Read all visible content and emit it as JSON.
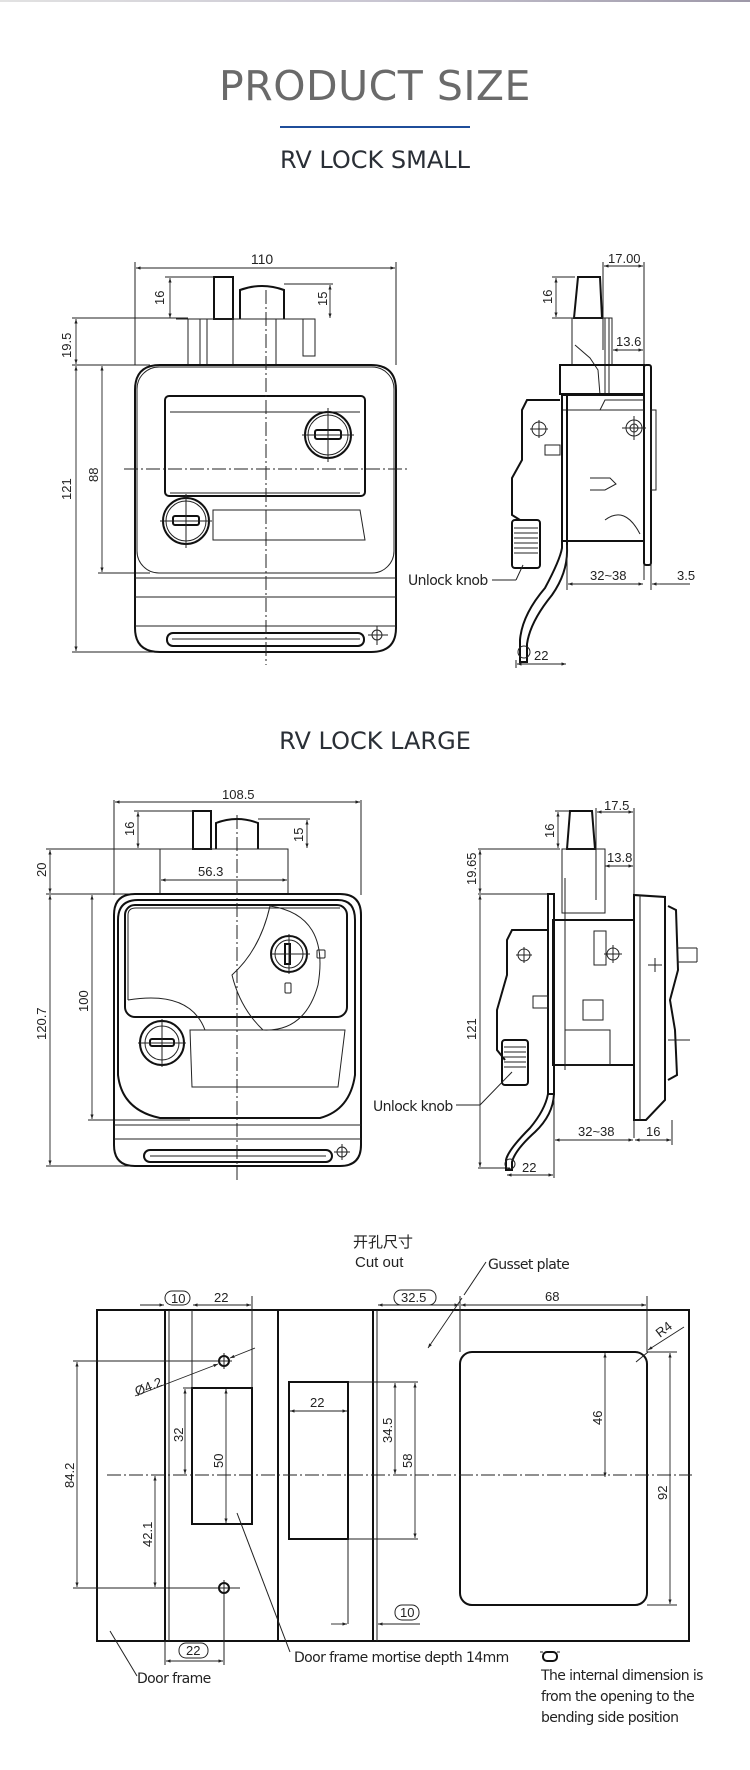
{
  "header": {
    "title": "PRODUCT SIZE",
    "accent_color": "#1f4e9a"
  },
  "small_lock": {
    "section_title": "RV LOCK SMALL",
    "front_view": {
      "width": "110",
      "top_bolt_height": "16",
      "top_cylinder_height": "15",
      "neck_height": "19.5",
      "total_height": "121",
      "bezel_height": "88"
    },
    "side_view": {
      "overall_depth": "17.00",
      "bolt_depth": "13.6",
      "bolt_height": "16",
      "door_thickness": "32~38",
      "flange": "3.5",
      "handle_offset": "22",
      "unlock_knob_label": "Unlock knob"
    }
  },
  "large_lock": {
    "section_title": "RV LOCK LARGE",
    "front_view": {
      "width": "108.5",
      "top_bolt_height": "16",
      "top_cylinder_height": "15",
      "neck_width": "56.3",
      "neck_height": "20",
      "total_height": "120.7",
      "bezel_height": "100"
    },
    "side_view": {
      "overall_depth": "17.5",
      "bolt_depth": "13.8",
      "bolt_height": "16",
      "neck_height": "19.65",
      "body_height": "121",
      "door_thickness": "32~38",
      "flange": "16",
      "handle_offset": "22",
      "unlock_knob_label": "Unlock knob"
    }
  },
  "cut_out": {
    "title_cn": "开孔尺寸",
    "title_en": "Cut out",
    "gusset_label": "Gusset plate",
    "door_frame_label": "Door frame",
    "mortise_label": "Door frame mortise depth 14mm",
    "dims": {
      "frame_offset_top": "10",
      "frame_mortise_width": "22",
      "hole_diameter": "Ø4.2",
      "upper_mortise_height": "32",
      "mortise_height": "50",
      "lower_hole_offset": "42.1",
      "hole_spacing": "84.2",
      "strike_width": "22",
      "strike_upper": "34.5",
      "strike_height": "58",
      "gusset_offset": "32.5",
      "cutout_width": "68",
      "corner_radius": "R4",
      "cutout_half_height": "46",
      "cutout_height": "92",
      "frame_offset_bottom": "10",
      "frame_offset_lower": "22"
    },
    "note_lines": [
      "The internal dimension is",
      "from the opening to the",
      "bending side position"
    ]
  }
}
